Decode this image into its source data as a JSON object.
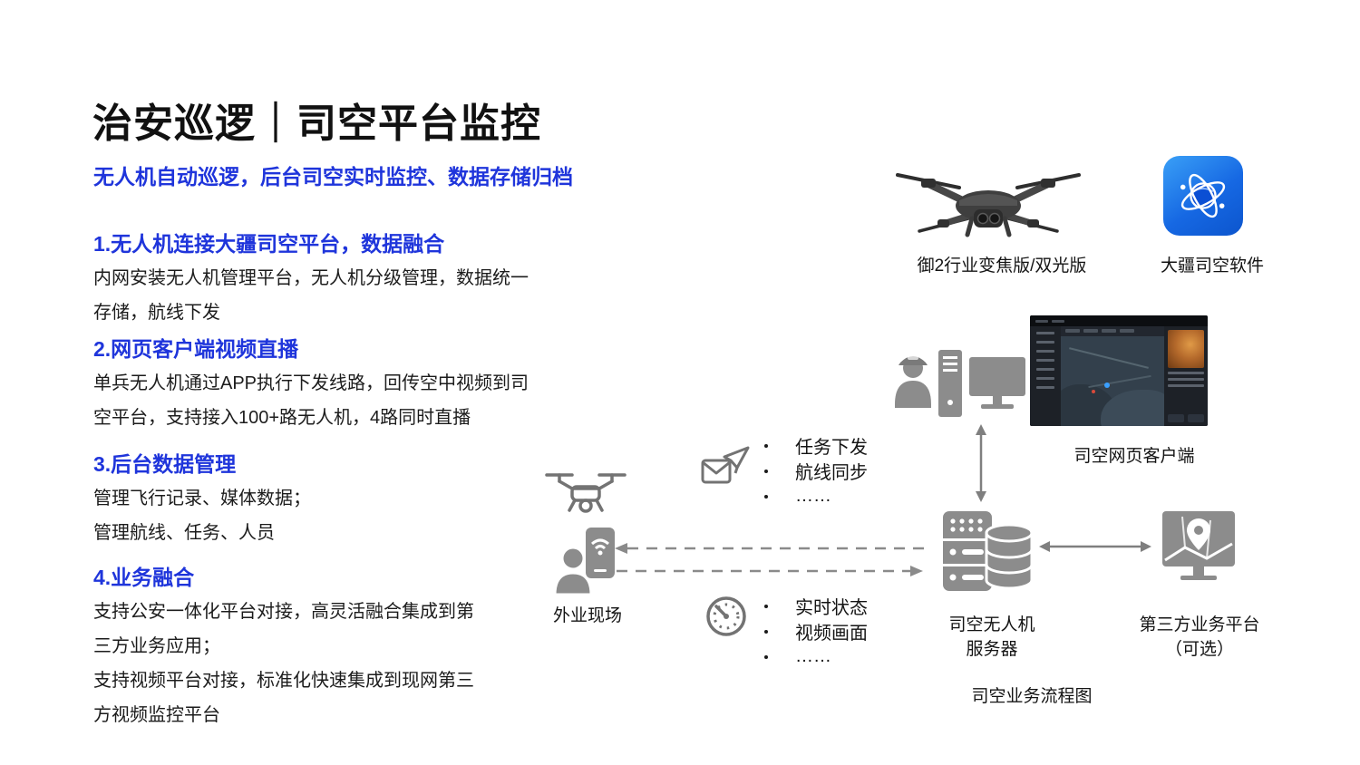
{
  "slide": {
    "title": "治安巡逻｜司空平台监控",
    "subtitle": "无人机自动巡逻，后台司空实时监控、数据存储归档",
    "sections": [
      {
        "heading": "1.无人机连接大疆司空平台，数据融合",
        "body": "内网安装无人机管理平台，无人机分级管理，数据统一\n存储，航线下发"
      },
      {
        "heading": "2.网页客户端视频直播",
        "body": "单兵无人机通过APP执行下发线路，回传空中视频到司\n空平台，支持接入100+路无人机，4路同时直播"
      },
      {
        "heading": "3.后台数据管理",
        "body": "管理飞行记录、媒体数据；\n管理航线、任务、人员"
      },
      {
        "heading": "4.业务融合",
        "body": "支持公安一体化平台对接，高灵活融合集成到第\n三方业务应用；\n支持视频平台对接，标准化快速集成到现网第三\n方视频监控平台"
      }
    ]
  },
  "hardware": {
    "drone_label": "御2行业变焦版/双光版",
    "app_label": "大疆司空软件"
  },
  "diagram": {
    "web_client_label": "司空网页客户端",
    "field_label": "外业现场",
    "server_label": "司空无人机\n服务器",
    "third_party_label": "第三方业务平台\n（可选）",
    "uplink_items": [
      "任务下发",
      "航线同步",
      "……"
    ],
    "downlink_items": [
      "实时状态",
      "视频画面",
      "……"
    ],
    "caption": "司空业务流程图"
  },
  "colors": {
    "accent_blue": "#1F35DB",
    "icon_gray": "#8C8C8C",
    "arrow_gray": "#7F7F7F"
  }
}
